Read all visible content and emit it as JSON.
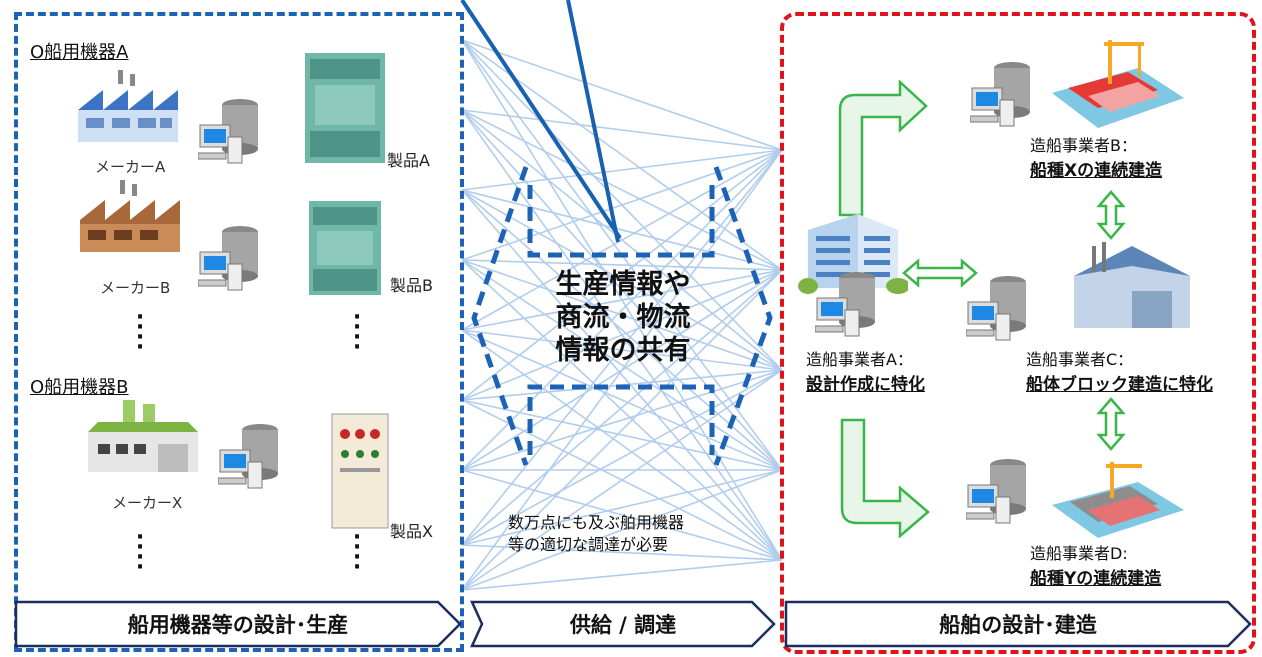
{
  "left": {
    "group_a_title": "O船用機器A",
    "group_b_title": "O船用機器B",
    "maker_a": "メーカーA",
    "maker_b": "メーカーB",
    "maker_x": "メーカーX",
    "product_a": "製品A",
    "product_b": "製品B",
    "product_x": "製品X"
  },
  "center": {
    "share_lines": [
      "生産情報や",
      "商流・物流",
      "情報の共有"
    ],
    "note_lines": [
      "数万点にも及ぶ舶用機器",
      "等の適切な調達が必要"
    ]
  },
  "right": {
    "operator_a": {
      "title": "造船事業者A：",
      "role": "設計作成に特化"
    },
    "operator_b": {
      "title": "造船事業者B：",
      "role": "船種Xの連続建造"
    },
    "operator_c": {
      "title": "造船事業者C：",
      "role": "船体ブロック建造に特化"
    },
    "operator_d": {
      "title": "造船事業者D:",
      "role": "船種Yの連続建造"
    }
  },
  "banners": {
    "left": "船用機器等の設計･生産",
    "center": "供給 / 調達",
    "right": "船舶の設計･建造"
  },
  "colors": {
    "blue_frame": "#1d63b5",
    "red_frame": "#e0131b",
    "green_arrow": "#3bb54a",
    "navy_banner_border": "#1b2c5e"
  }
}
